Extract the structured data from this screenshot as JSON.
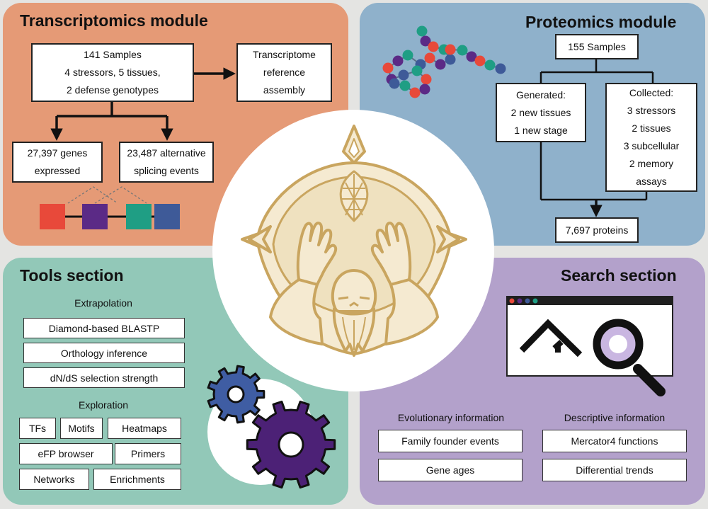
{
  "colors": {
    "transcriptomics": "#e59a76",
    "proteomics": "#8fb1cb",
    "tools": "#92c8b8",
    "search": "#b3a1cb",
    "emblem": "#c9a55f",
    "emblem_fill": "#f5ead1",
    "gear_blue": "#3f5da3",
    "gear_purple": "#4c2176"
  },
  "transcriptomics": {
    "title": "Transcriptomics module",
    "samples": [
      "141 Samples",
      "4 stressors, 5 tissues,",
      "2 defense genotypes"
    ],
    "assembly": [
      "Transcriptome",
      "reference",
      "assembly"
    ],
    "genes": [
      "27,397 genes",
      "expressed"
    ],
    "splicing": [
      "23,487 alternative",
      "splicing events"
    ],
    "exon_colors": [
      "#e8493a",
      "#5b2a86",
      "#1f9e84",
      "#3e5a98"
    ]
  },
  "proteomics": {
    "title": "Proteomics module",
    "samples": "155 Samples",
    "generated": [
      "Generated:",
      "2 new tissues",
      "1 new stage"
    ],
    "collected": [
      "Collected:",
      "3 stressors",
      "2 tissues",
      "3 subcellular",
      "2 memory",
      "assays"
    ],
    "proteins": "7,697 proteins",
    "bead_colors": [
      "#5b2a86",
      "#1f9e84",
      "#e8493a",
      "#3e5a98"
    ]
  },
  "tools": {
    "title": "Tools section",
    "extrapolation_heading": "Extrapolation",
    "extrapolation": [
      "Diamond-based BLASTP",
      "Orthology inference",
      "dN/dS selection strength"
    ],
    "exploration_heading": "Exploration",
    "exploration": [
      "TFs",
      "Motifs",
      "Heatmaps",
      "eFP browser",
      "Primers",
      "Networks",
      "Enrichments"
    ]
  },
  "search": {
    "title": "Search section",
    "evolutionary_heading": "Evolutionary information",
    "evolutionary": [
      "Family founder events",
      "Gene ages"
    ],
    "descriptive_heading": "Descriptive information",
    "descriptive": [
      "Mercator4 functions",
      "Differential trends"
    ],
    "window_dot_colors": [
      "#e8493a",
      "#5b2a86",
      "#3e5a98",
      "#1f9e84"
    ]
  }
}
